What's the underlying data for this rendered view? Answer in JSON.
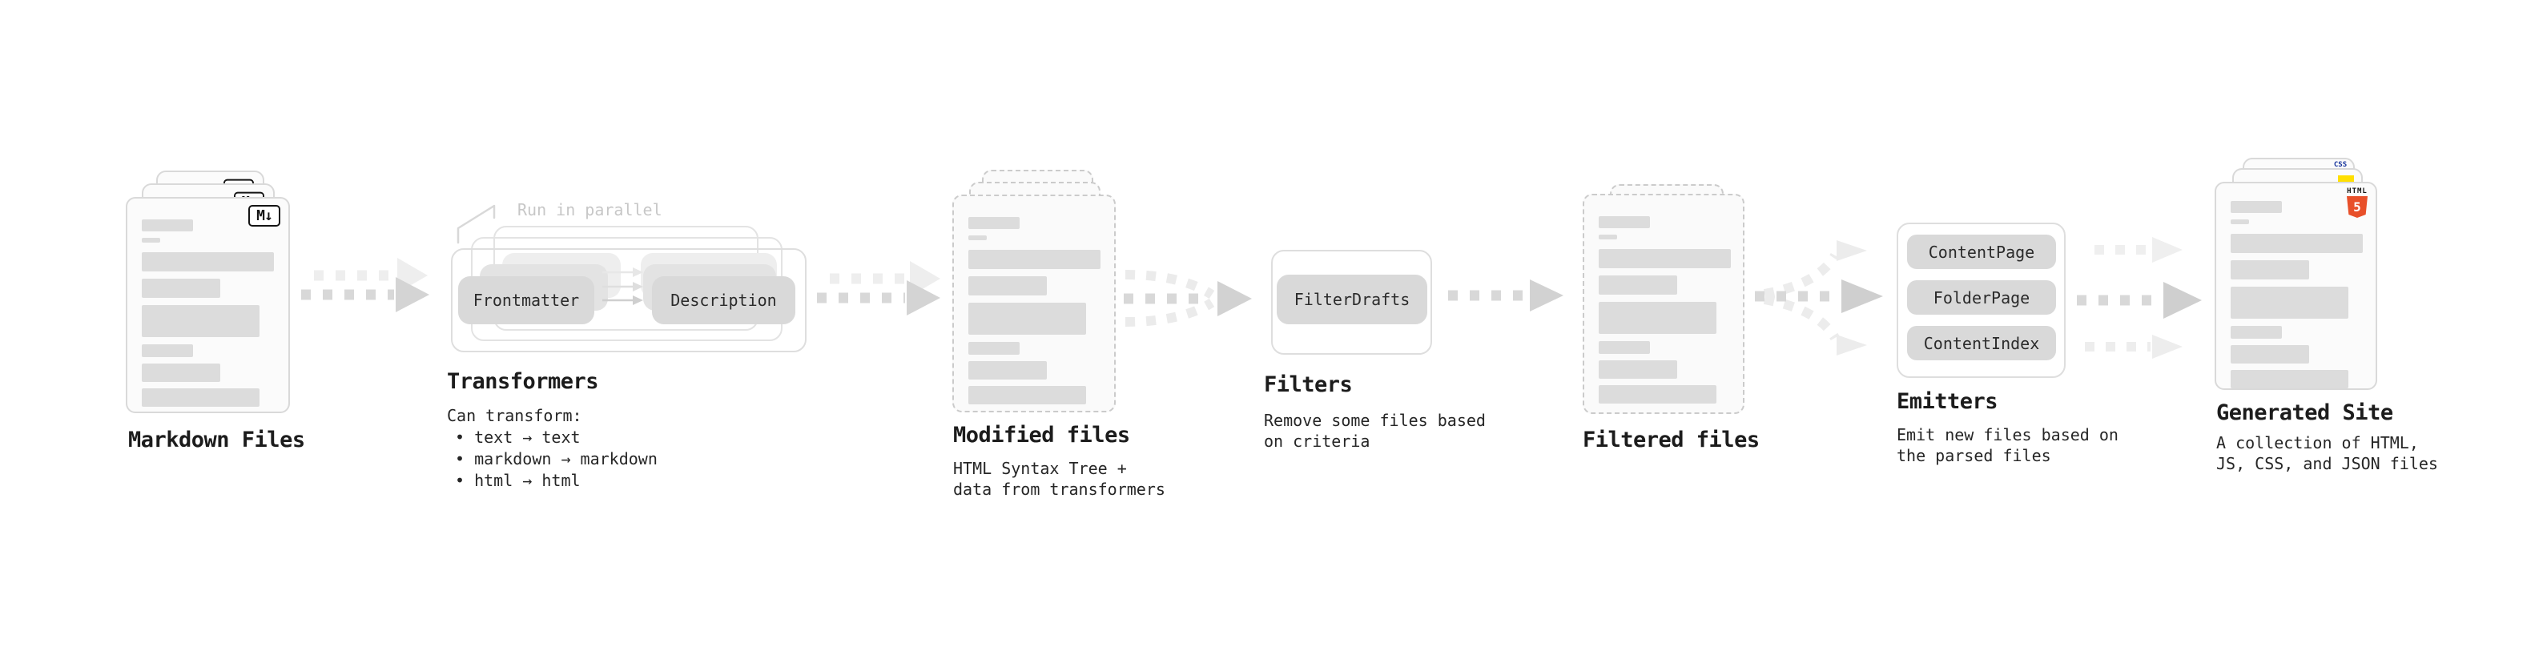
{
  "markdown_files": {
    "label": "Markdown Files",
    "badge": "M↓"
  },
  "transformers": {
    "parallel_note": "Run in parallel",
    "pill_frontmatter": "Frontmatter",
    "pill_description": "Description",
    "label": "Transformers",
    "sublabel_title": "Can transform:",
    "bullets": [
      "• text → text",
      "• markdown → markdown",
      "• html → html"
    ]
  },
  "modified_files": {
    "label": "Modified files",
    "sublabel": [
      "HTML Syntax Tree +",
      "data from transformers"
    ]
  },
  "filters": {
    "pill": "FilterDrafts",
    "label": "Filters",
    "sublabel": [
      "Remove some files based",
      "on criteria"
    ]
  },
  "filtered_files": {
    "label": "Filtered files"
  },
  "emitters": {
    "pills": [
      "ContentPage",
      "FolderPage",
      "ContentIndex"
    ],
    "label": "Emitters",
    "sublabel": [
      "Emit new files based on",
      "the parsed files"
    ]
  },
  "generated_site": {
    "label": "Generated Site",
    "sublabel": [
      "A collection of HTML,",
      "JS, CSS, and JSON files"
    ],
    "css_badge": "CSS",
    "html_badge_top": "HTML",
    "html_badge_number": "5"
  },
  "colors": {
    "html5_orange": "#e8502a",
    "js_yellow": "#ffdf00",
    "css_blue": "#2760e8",
    "arrow_main": "#d8d8d8",
    "arrow_light": "#ededed",
    "bar_fill": "#dcdcdc"
  }
}
